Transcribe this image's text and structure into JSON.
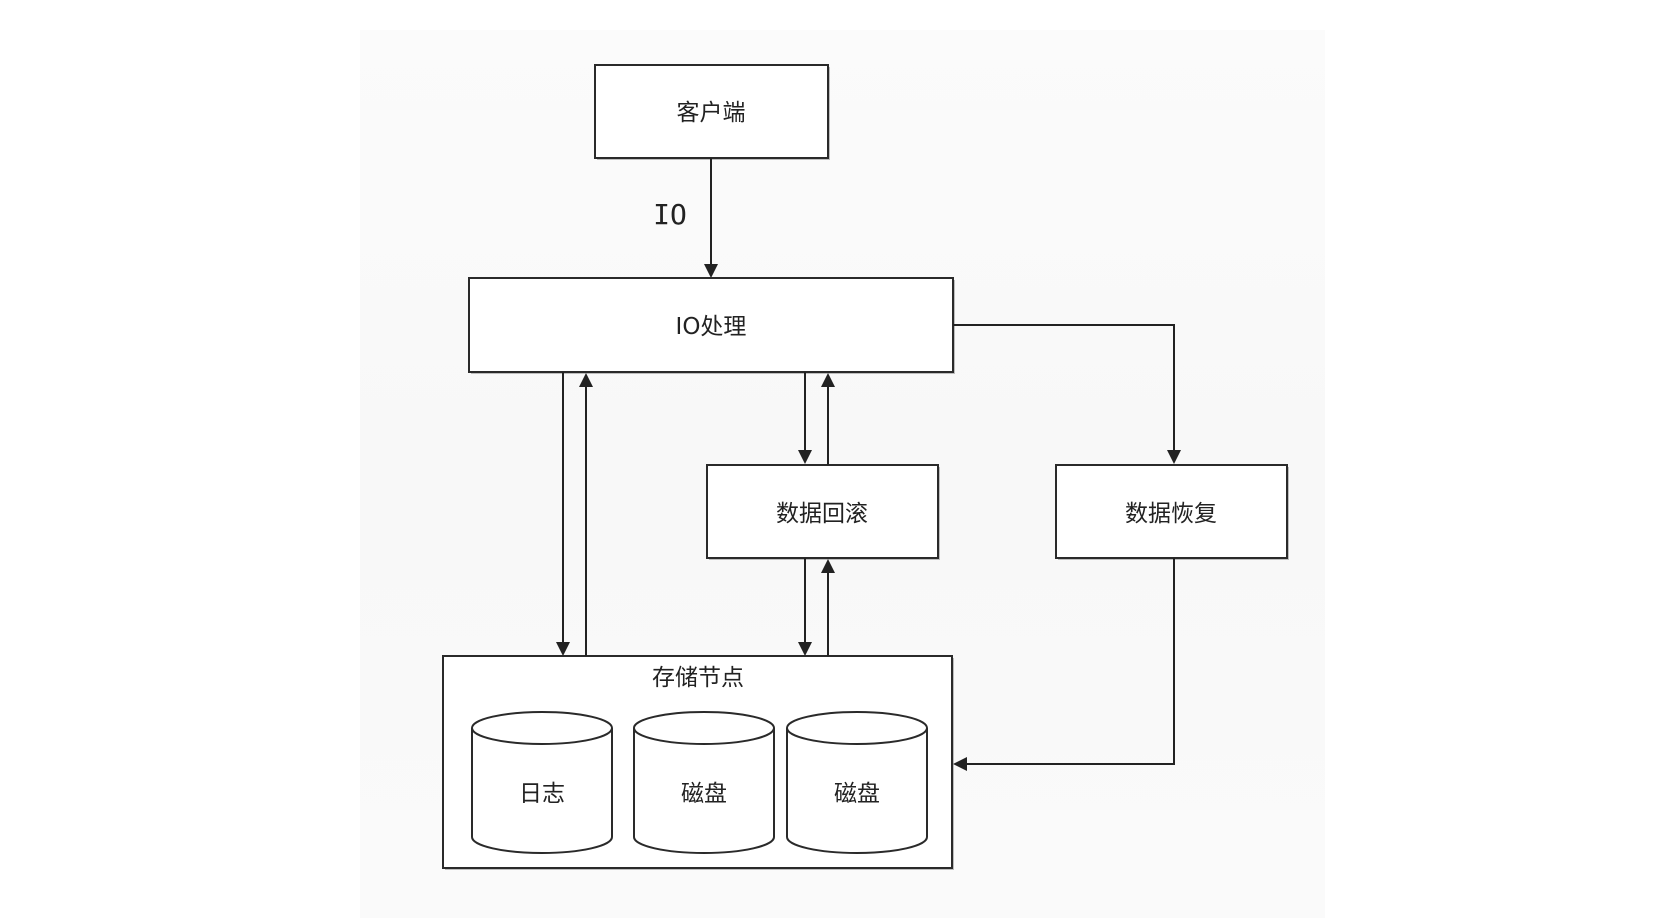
{
  "diagram": {
    "nodes": {
      "client": "客户端",
      "io_processing": "IO处理",
      "data_rollback": "数据回滚",
      "data_recovery": "数据恢复",
      "storage_node": "存储节点",
      "log": "日志",
      "disk_1": "磁盘",
      "disk_2": "磁盘"
    },
    "edge_labels": {
      "client_to_io": "IO"
    },
    "colors": {
      "stroke": "#222222",
      "fill": "#ffffff",
      "background": "#ffffff"
    }
  }
}
